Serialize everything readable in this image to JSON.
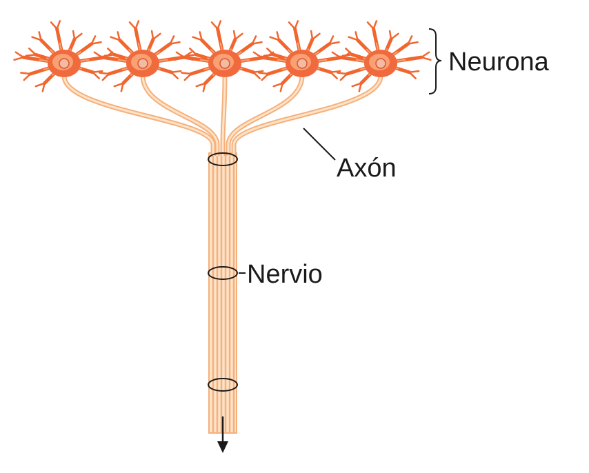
{
  "labels": {
    "neuron": "Neurona",
    "axon": "Axón",
    "nerve": "Nervio"
  },
  "colors": {
    "neuron_body": "#f06a3e",
    "neuron_dendrite": "#f0662e",
    "neuron_light": "#f9a172",
    "nucleus": "#f4bba0",
    "axon": "#f5b07c",
    "axon_light": "#fde3c8",
    "outline": "#1a1a1a"
  },
  "structure": {
    "neuron_count": 5,
    "nerve_rings": 3
  }
}
